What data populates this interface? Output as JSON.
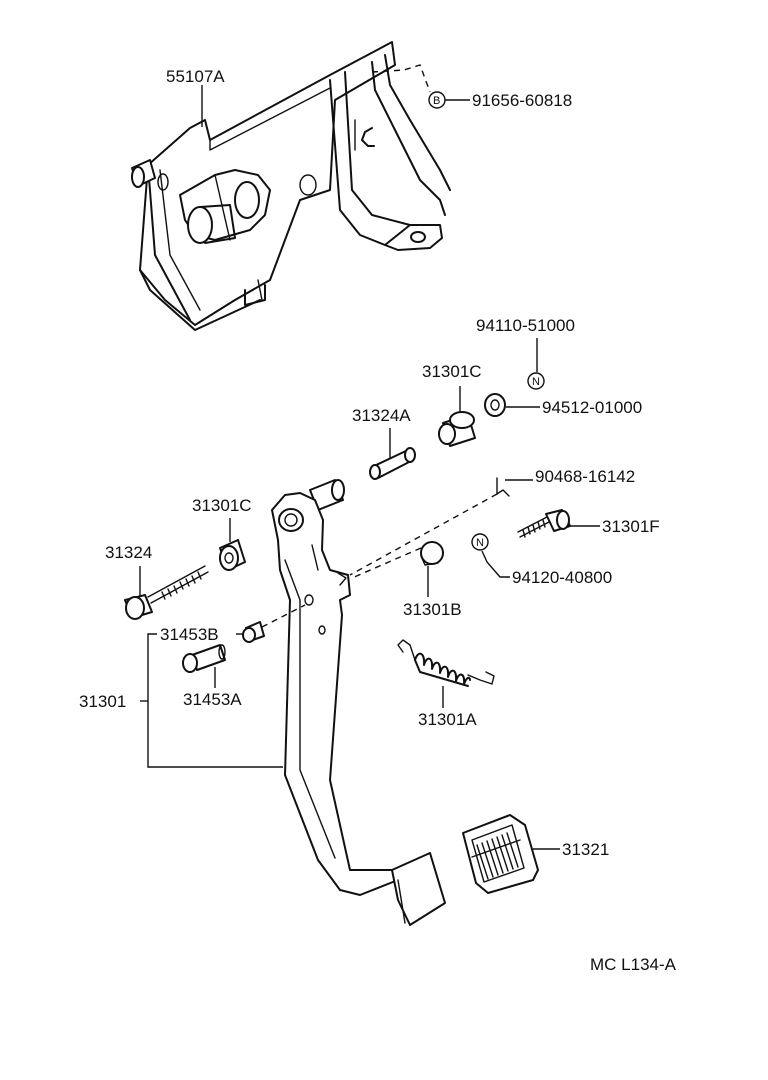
{
  "diagram": {
    "part_labels": {
      "p55107A": "55107A",
      "p91656": "91656-60818",
      "p94110": "94110-51000",
      "p31301C_top": "31301C",
      "p94512": "94512-01000",
      "p31324A": "31324A",
      "p90468": "90468-16142",
      "p31301C_left": "31301C",
      "p31301F": "31301F",
      "p31324": "31324",
      "p94120": "94120-40800",
      "p31301B": "31301B",
      "p31453B": "31453B",
      "p31453A": "31453A",
      "p31301": "31301",
      "p31301A": "31301A",
      "p31321": "31321"
    },
    "symbols": {
      "b": "B",
      "n1": "N",
      "n2": "N"
    },
    "reference_code": "MC L134-A"
  }
}
